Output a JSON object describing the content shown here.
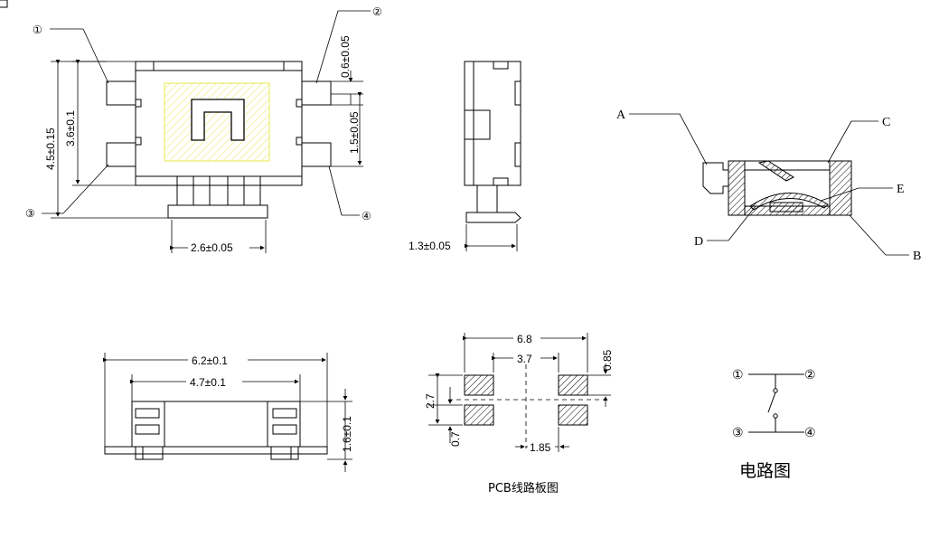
{
  "colors": {
    "line": "#000000",
    "accent": "#e8e84a",
    "background": "#ffffff"
  },
  "pins": {
    "p1": "①",
    "p2": "②",
    "p3": "③",
    "p4": "④"
  },
  "top_view": {
    "dim_total_height": "4.5±0.15",
    "dim_body_height": "3.6±0.1",
    "dim_pin_width": "0.6±0.05",
    "dim_pin_pitch": "1.5±0.05",
    "dim_actuator_width": "2.6±0.05"
  },
  "side_view": {
    "dim_actuator_depth": "1.3±0.05"
  },
  "section_view": {
    "label_a": "A",
    "label_b": "B",
    "label_c": "C",
    "label_d": "D",
    "label_e": "E"
  },
  "front_view": {
    "dim_overall_width": "6.2±0.1",
    "dim_body_width": "4.7±0.1",
    "dim_height": "1.6±0.1"
  },
  "pcb_layout": {
    "dim_outer_width": "6.8",
    "dim_inner_width": "3.7",
    "dim_pad_height": "0.85",
    "dim_pad_pitch_vertical": "2.7",
    "dim_pad_gap": "0.7",
    "dim_pad_offset": "1.85",
    "caption": "PCB线路板图"
  },
  "circuit": {
    "caption": "电路图"
  }
}
